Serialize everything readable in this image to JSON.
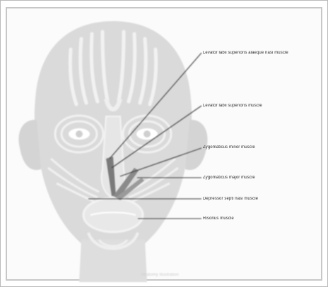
{
  "labels": {
    "l1": "Levator labii superioris alaeque nasi muscle",
    "l2": "Levator labii superioris muscle",
    "l3": "Zygomaticus minor muscle",
    "l4": "Zygomaticus major muscle",
    "l5": "Depressor septi nasi muscle",
    "l6": "Risorius muscle"
  },
  "credit": "Anatomy Illustration",
  "colors": {
    "face_fill": "#d9d9d9",
    "face_lines": "#f4f4f4",
    "leader_lines": "#3a3a3a",
    "highlight_muscles": "#707070"
  }
}
